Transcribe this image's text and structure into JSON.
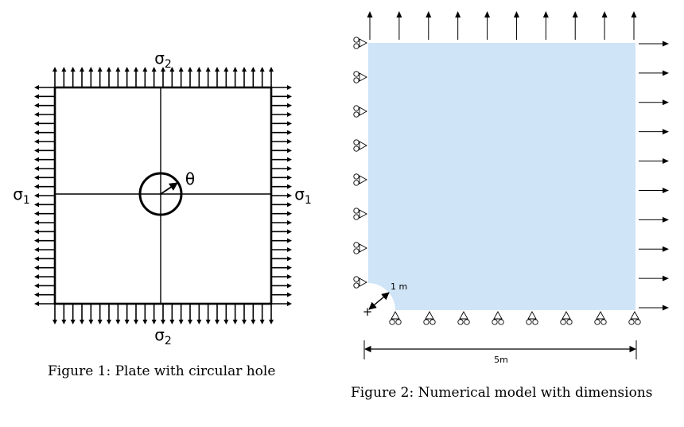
{
  "figure1": {
    "caption": "Figure 1: Plate with circular hole",
    "label_top": "σ2",
    "label_bottom": "σ2",
    "label_left": "σ1",
    "label_right": "σ1",
    "label_angle": "θ"
  },
  "figure2": {
    "caption": "Figure 2: Numerical model with dimensions",
    "radius_label": "1 m",
    "width_label": "5m",
    "fill_color": "#cfe4f6"
  }
}
